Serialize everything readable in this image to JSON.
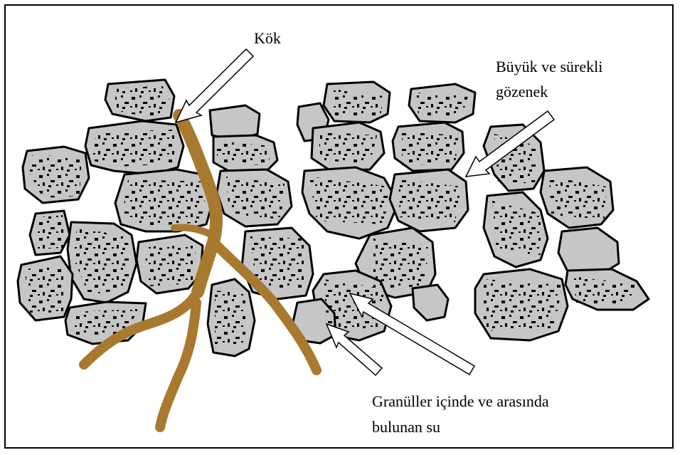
{
  "labels": {
    "root": "Kök",
    "large_pore": "Büyük ve sürekli gözenek",
    "large_pore_line1": "Büyük ve sürekli",
    "large_pore_line2": "gözenek",
    "water": "Granüller içinde ve arasında bulunan su",
    "water_line1": "Granüller içinde ve arasında",
    "water_line2": "bulunan su"
  },
  "colors": {
    "granule_fill": "#c6c6c6",
    "granule_stroke": "#000000",
    "pore_dots": "#000000",
    "root": "#a8792f",
    "arrow_fill": "#ffffff",
    "arrow_stroke": "#000000",
    "frame": "#000000"
  },
  "icons": {
    "arrow": "hollow-block-arrow"
  }
}
